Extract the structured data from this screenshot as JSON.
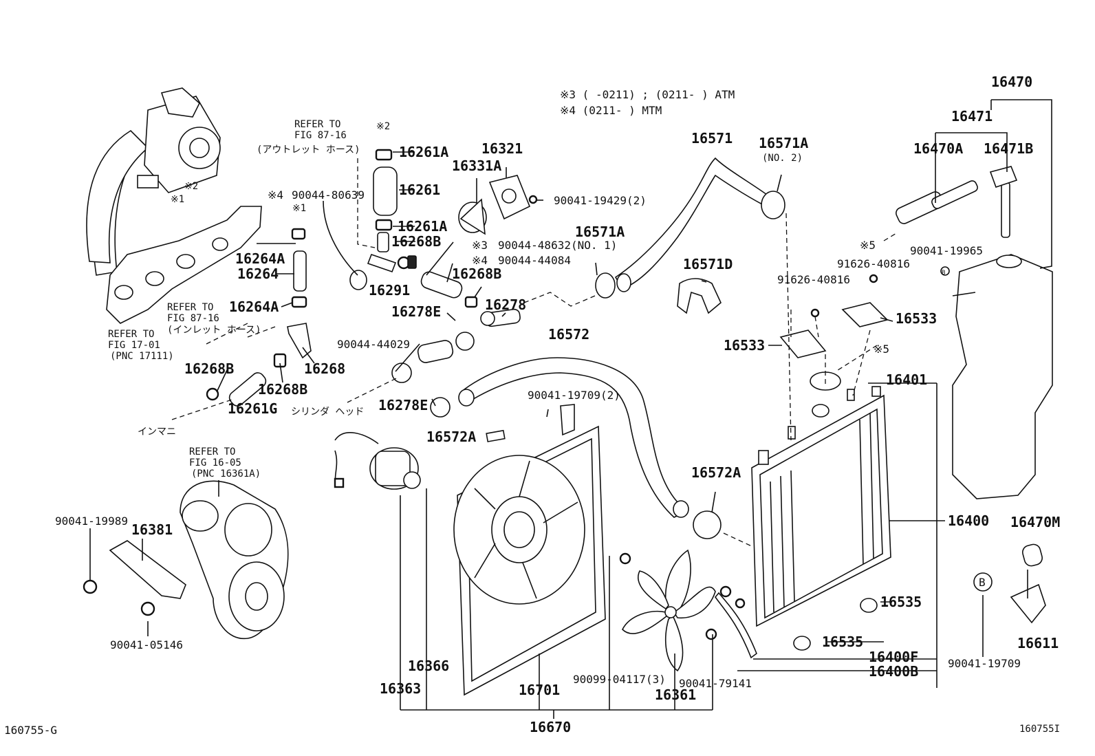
{
  "diagram": {
    "id_left": "160755-G",
    "id_right": "160755I",
    "notes": {
      "n3": "※3 (     -0211) ; (0211-      ) ATM",
      "n4": "※4 (0211-      ) MTM"
    },
    "refs": {
      "r1_a": "REFER TO",
      "r1_b": "FIG 87-16",
      "r1_c": "(アウトレット ホース)",
      "r2_a": "REFER TO",
      "r2_b": "FIG 87-16",
      "r2_c": "(インレット ホース)",
      "r3_a": "REFER TO",
      "r3_b": "FIG 17-01",
      "r3_c": "(PNC 17111)",
      "r4_a": "REFER TO",
      "r4_b": "FIG 16-05",
      "r4_c": "(PNC 16361A)"
    },
    "words": {
      "cylinder_head": "シリンダ ヘッド",
      "intake": "インマニ"
    },
    "marks": {
      "s1a": "※1",
      "s1b": "※1",
      "s2a": "※2",
      "s2b": "※2",
      "s3": "※3",
      "s4a": "※4",
      "s4b": "※4",
      "s5a": "※5",
      "s5b": "※5",
      "circle_b": "B",
      "small_b": "B"
    },
    "labels": {
      "p16470": "16470",
      "p16471": "16471",
      "p16470A": "16470A",
      "p16471B": "16471B",
      "p16571": "16571",
      "p16571A_top": "16571A",
      "no2": "(NO. 2)",
      "p16321": "16321",
      "p16331A": "16331A",
      "p16261A_1": "16261A",
      "p16261": "16261",
      "p16261A_2": "16261A",
      "p16268B_1": "16268B",
      "p90044_80639": "90044-80639",
      "p90041_19429": "90041-19429(2)",
      "p16571A_mid": "16571A",
      "p90044_48632": "90044-48632(NO. 1)",
      "p90044_44084": "90044-44084",
      "p16264A_1": "16264A",
      "p16264": "16264",
      "p16264A_2": "16264A",
      "p16291": "16291",
      "p16268B_2": "16268B",
      "p16278": "16278",
      "p16278E_1": "16278E",
      "p16571D": "16571D",
      "p91626_a": "91626-40816",
      "p91626_b": "91626-40816",
      "p90041_19965": "90041-19965",
      "p16533_a": "16533",
      "p16533_b": "16533",
      "p16572": "16572",
      "p90044_44029": "90044-44029",
      "p16268": "16268",
      "p16268B_3": "16268B",
      "p16268B_4": "16268B",
      "p16261G": "16261G",
      "p16278E_2": "16278E",
      "p16572A_1": "16572A",
      "p90041_19709_2": "90041-19709(2)",
      "p16401": "16401",
      "p16572A_2": "16572A",
      "p16400": "16400",
      "p16470M": "16470M",
      "p90041_19989": "90041-19989",
      "p16381": "16381",
      "p90041_05146": "90041-05146",
      "p16535_a": "16535",
      "p16535_b": "16535",
      "p16611": "16611",
      "p16366": "16366",
      "p16363": "16363",
      "p16701": "16701",
      "p90099_04117": "90099-04117(3)",
      "p90041_79141": "90041-79141",
      "p16361": "16361",
      "p16400F": "16400F",
      "p16400B": "16400B",
      "p90041_19709": "90041-19709",
      "p16670": "16670"
    }
  }
}
